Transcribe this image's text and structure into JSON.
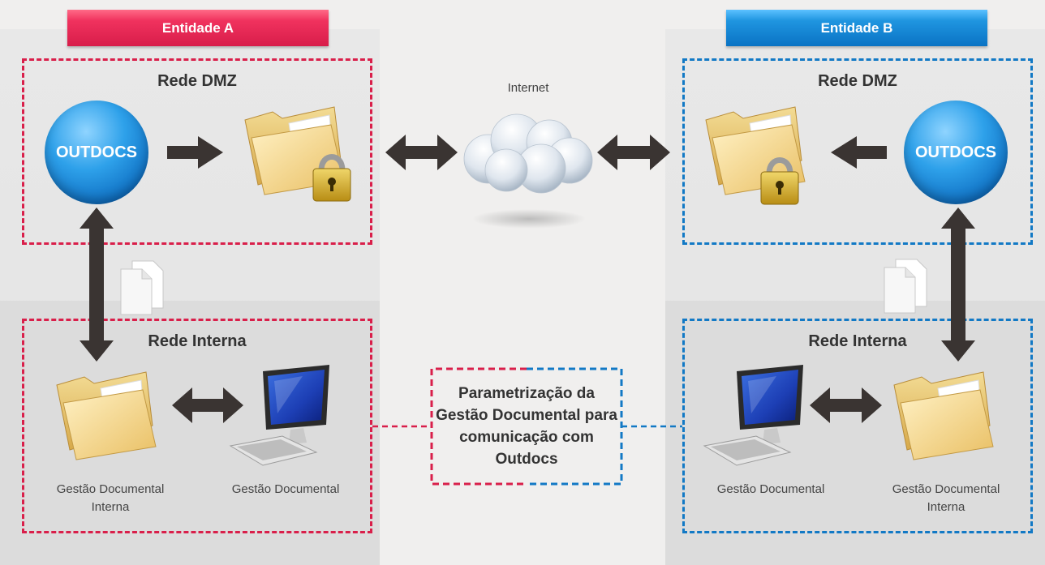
{
  "entity_a": {
    "title": "Entidade A",
    "dmz_title": "Rede DMZ",
    "internal_title": "Rede Interna",
    "outdocs_label": "OUTDOCS",
    "internal_folder_label": "Gestão Documental\nInterna",
    "computer_label": "Gestão Documental"
  },
  "entity_b": {
    "title": "Entidade B",
    "dmz_title": "Rede DMZ",
    "internal_title": "Rede Interna",
    "outdocs_label": "OUTDOCS",
    "internal_folder_label": "Gestão Documental\nInterna",
    "computer_label": "Gestão Documental"
  },
  "internet_label": "Internet",
  "center_note": "Parametrização da Gestão Documental para comunicação com Outdocs",
  "colors": {
    "entity_a": "#d91f4a",
    "entity_b": "#1279c5",
    "arrow": "#3a3432"
  }
}
